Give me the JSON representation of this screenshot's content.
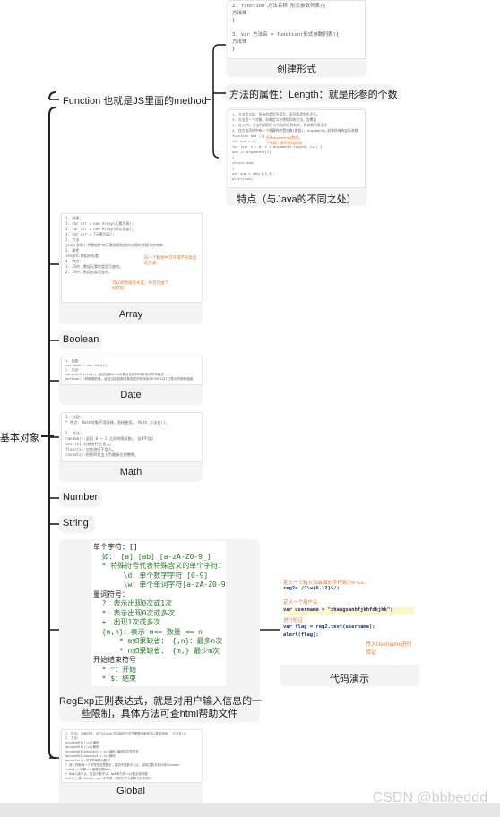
{
  "root": {
    "label": "基本对象"
  },
  "function_node": {
    "label": "Function 也就是JS里面的method",
    "create": {
      "caption": "创建形式",
      "code_lines": [
        "2. function 方法名称(形式参数列表){",
        "        方法体",
        "   }",
        "",
        "3. var 方法名 = function(形式参数列表){",
        "        方法体",
        "   }"
      ]
    },
    "property_label": "方法的属性：Length：就是形参的个数",
    "feature": {
      "caption": "特点（与Java的不同之处）",
      "lines": [
        "1. 方法定义时，形参的类型不用写，返回值类型也不写。",
        "2. 方法是一个对象，如果定义名称相同的方法，会覆盖",
        "3. 在JS中，方法的调用只与方法的名称有关，和参数列表无关",
        "4. 在方法声明中有一个隐藏的内置对象(数组)，arguments,封装所有的实际参数",
        "function add (){",
        "    var sum = 0;",
        "    for (var i = 0; i < arguments.length; i++) {",
        "        sum += arguments[i];",
        "    }",
        "    return sum;",
        "}",
        "var sum = add(1,2,3);",
        "alert(sum);"
      ],
      "notes": [
        "所有arguments(数组)",
        "下标值，累积数组的和"
      ]
    }
  },
  "array_node": {
    "caption": "Array",
    "lines": [
      "1. 创建:",
      "   1. var arr = new Array(元素列表);",
      "   2. var arr = new Array(默认长度);",
      "   3. var arr = [元素列表];",
      "2. 方法",
      "   join(参数):将数组中的元素按照指定的分隔符拼接为字符串",
      "3. 属性",
      "   length:数组的长度",
      "4. 特点:",
      "   1. JS中，数组元素的类型可变的。",
      "   2. JS中，数组长度可变的。"
    ],
    "notes": [
      "同一个数组中可存储不同类型的元素",
      "可以调数组的长度，并且可由下标获取"
    ]
  },
  "boolean_node": {
    "label": "Boolean"
  },
  "date_node": {
    "caption": "Date",
    "lines": [
      "1. 创建:",
      "   var date = new Date();",
      "2. 方法:",
      "   toLocaleString():返回当前date对象对应的时间本地字符串格式",
      "   getTime():获取毫秒值。返回当前如期对象描述的时间到1970年1月1日零点的毫秒值差"
    ]
  },
  "math_node": {
    "caption": "Math",
    "lines": [
      "1. 创建:",
      "   * 特点: Math对象不用创建，直接使用。 Math.方法名();",
      "",
      "2. 方法:",
      "   random():返回 0 ~ 1 之间的随机数。 含0不含1",
      "   ceil(x):对数进行上舍入。",
      "   floor(x):对数进行下舍入。",
      "   round(x):把数四舍五入为最接近的整数。"
    ]
  },
  "number_node": {
    "label": "Number"
  },
  "string_node": {
    "label": "String"
  },
  "regexp_node": {
    "caption_line1": "RegExp正则表达式，就是对用户输入信息的一",
    "caption_line2": "些限制，具体方法可查html帮助文件",
    "lines": [
      {
        "t": "单个字符：[]",
        "c": "#1a1a1a"
      },
      {
        "t": "  如： [a] [ab] [a-zA-Z0-9_]",
        "c": "#2a7a2a"
      },
      {
        "t": "  * 特殊符号代表特殊含义的单个字符：",
        "c": "#2a7a2a"
      },
      {
        "t": "       \\d：单个数字字符 [0-9]",
        "c": "#2a7a2a"
      },
      {
        "t": "       \\w：单个单词字符[a-zA-Z0-9_]",
        "c": "#2a7a2a"
      },
      {
        "t": "量词符号：",
        "c": "#1a1a1a"
      },
      {
        "t": "  ?：表示出现0次或1次",
        "c": "#2a7a2a"
      },
      {
        "t": "  *：表示出现0次或多次",
        "c": "#2a7a2a"
      },
      {
        "t": "  +：出现1次或多次",
        "c": "#2a7a2a"
      },
      {
        "t": "  {m,n}：表示 m<= 数量 <= n",
        "c": "#2a7a2a"
      },
      {
        "t": "      * m如果缺省： {,n}：最多n次",
        "c": "#2a7a2a"
      },
      {
        "t": "      * n如果缺省： {m,} 最少m次",
        "c": "#2a7a2a"
      },
      {
        "t": "开始结束符号",
        "c": "#1a1a1a"
      },
      {
        "t": "  * ^：开始",
        "c": "#2a7a2a"
      },
      {
        "t": "  * $：结束",
        "c": "#2a7a2a"
      }
    ],
    "demo": {
      "caption": "代码演示",
      "note1": "定义一个输入法最面的字符数为6~12。",
      "code1": "reg2= /^\\w{6,12}$/;",
      "note2": "定义一个用户名",
      "code2": "var username = \"zhangsanhfjkhfdkjhk\";",
      "note3": "进行检证",
      "code3": "var flag = reg2.test(username);",
      "code4": "alert(flag);",
      "note4": "传入Username进行验证"
    }
  },
  "global_node": {
    "caption": "Global",
    "lines": [
      "1. 特点: 全局对象，这个Global中封装的方法不需要对象就可以直接调用。 方法名();",
      "2. 方法:",
      "   encodeURI():url编码",
      "   decodeURI():url解码",
      "   encodeURIComponent():url编码,编码的字符更多",
      "   decodeURIComponent():url解码",
      "   parseInt():将字符串转为数字",
      "     * 逐一判断每一个字符是否是数字，直到不是数字为止，将前边数字部分转为number",
      "   isNaN():判断一个值是否是NaN",
      "     * NaN六亲不认，连自己都不认。NaN参与的==比较全部问题",
      "   eval():讲 JavaScript 字符串，并把它作为脚本代码来执行。"
    ]
  },
  "watermark": "CSDN @bbbeddd"
}
